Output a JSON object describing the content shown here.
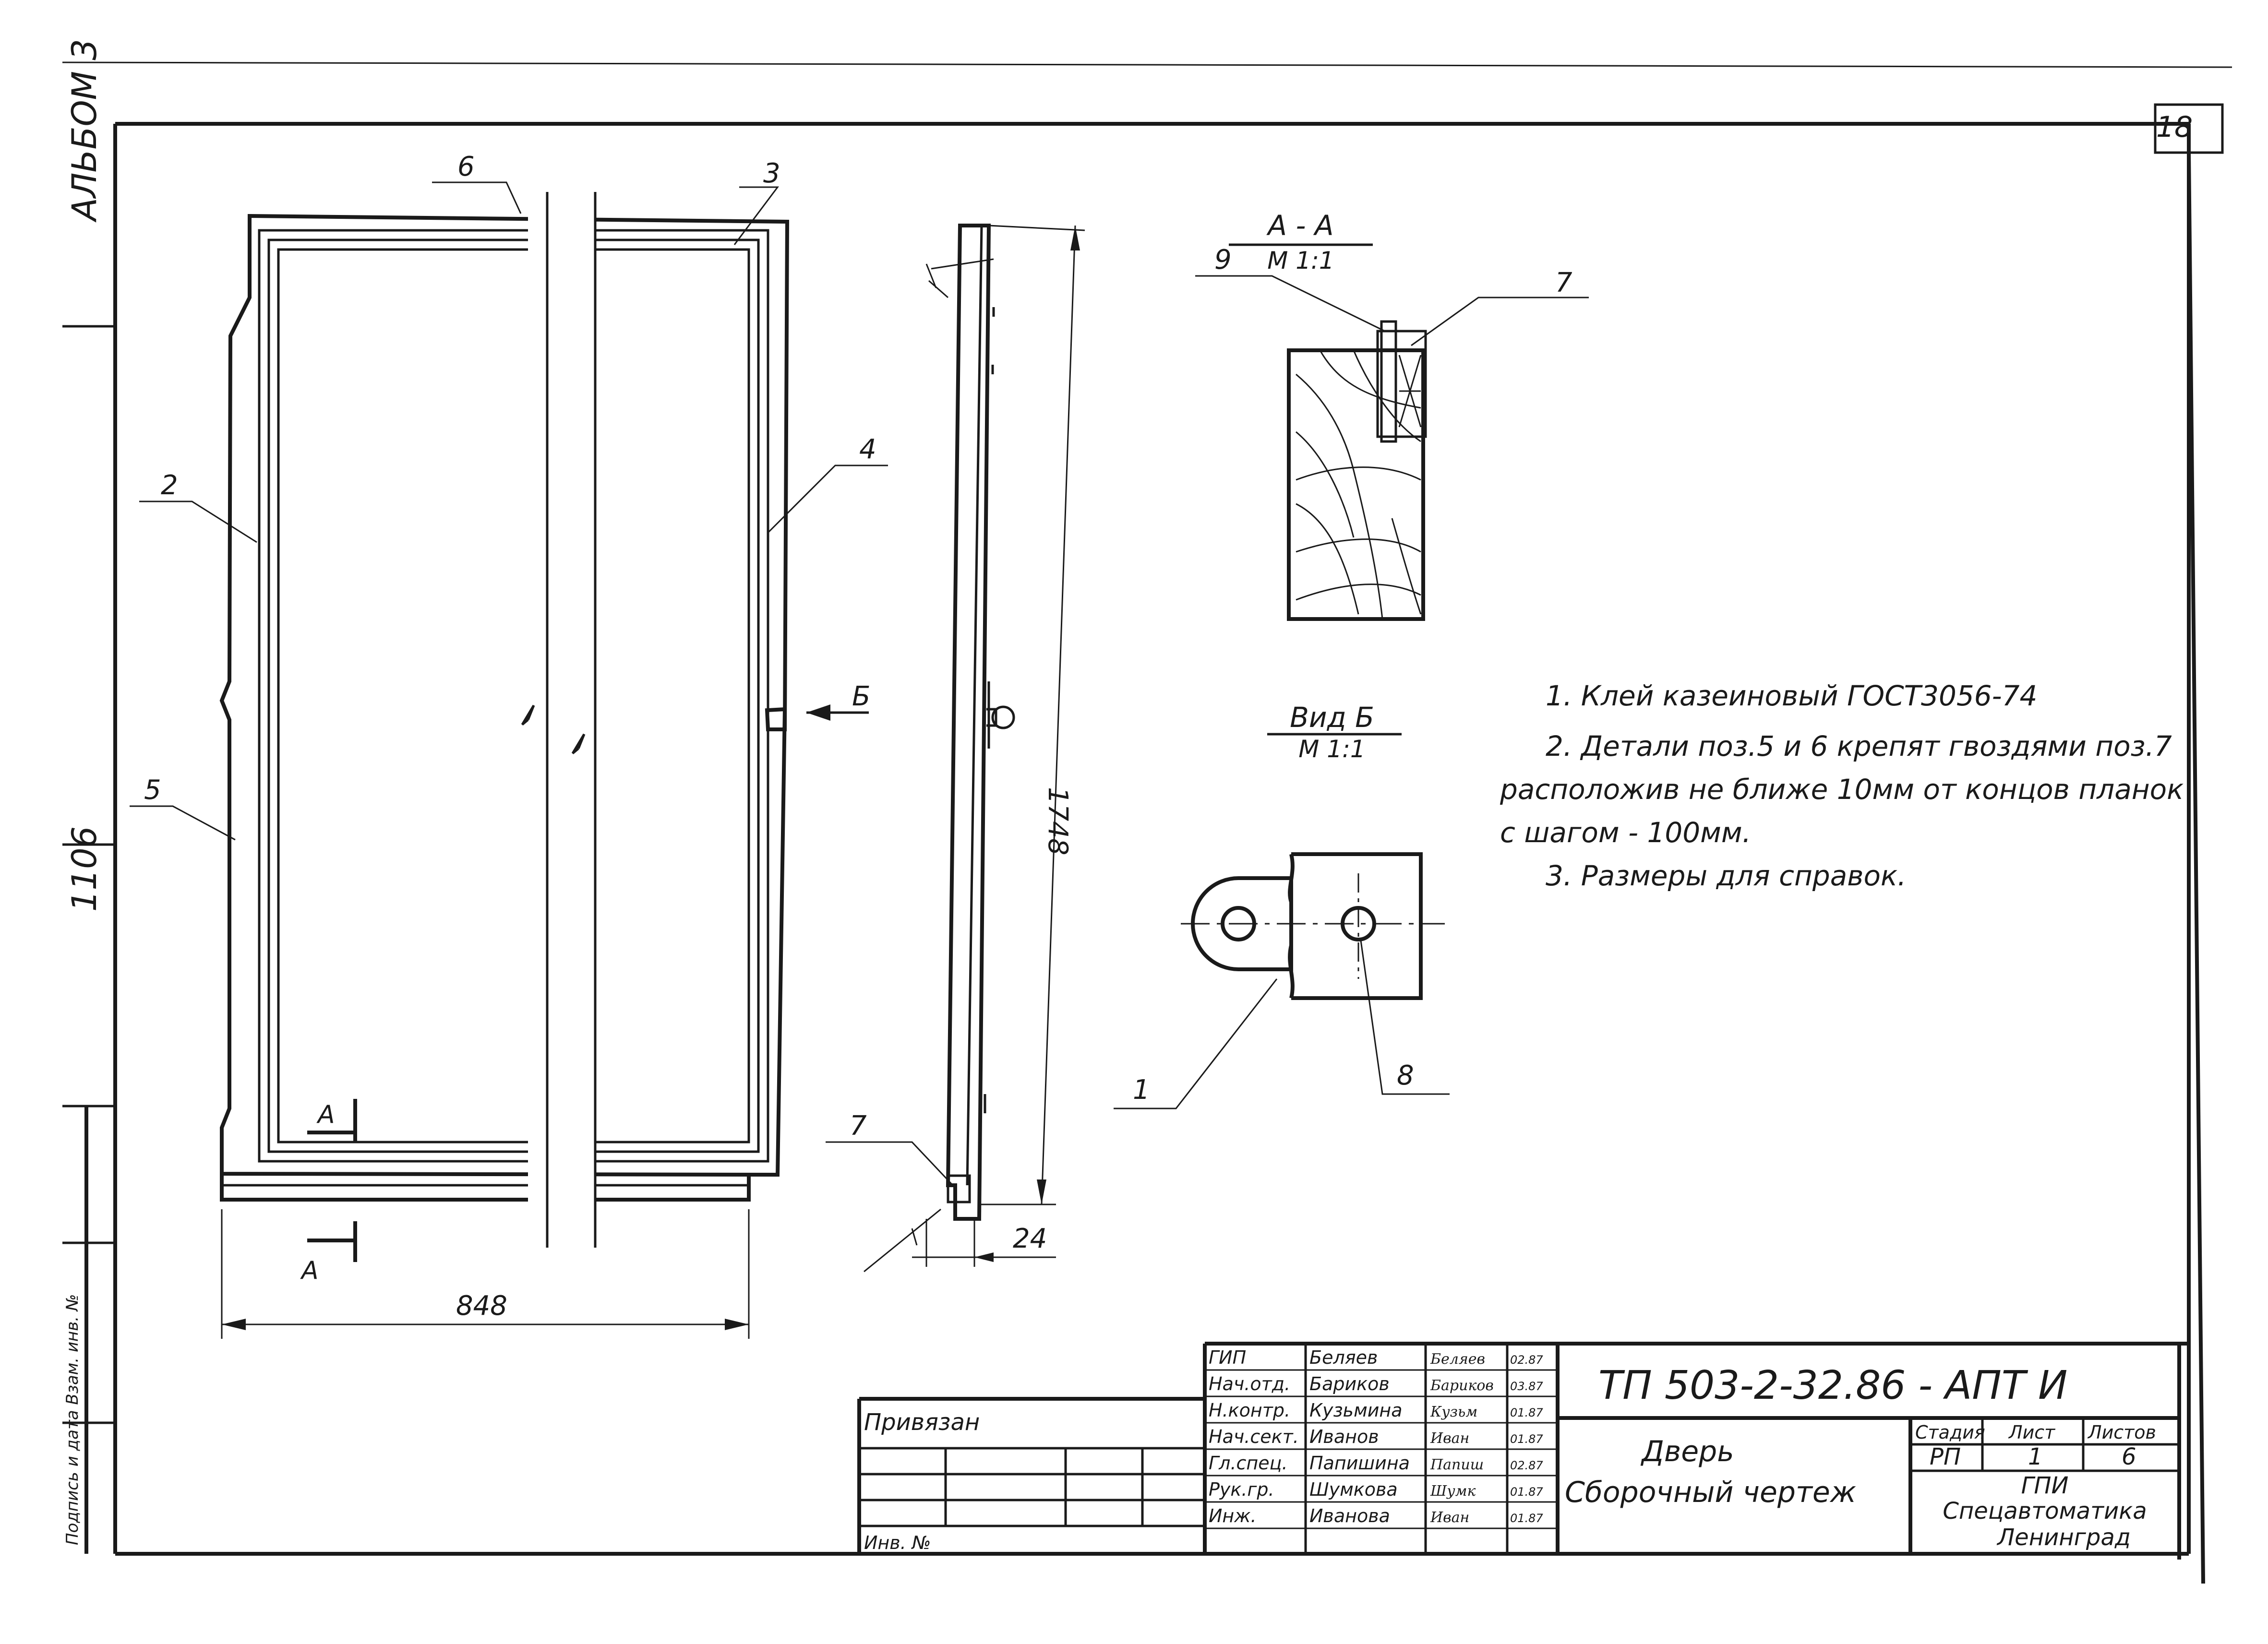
{
  "sheet_number": "18",
  "side_labels": {
    "album": "АЛЬБОМ 3",
    "code": "1106",
    "stamp_fields": "Подпись и дата   Взам. инв. №"
  },
  "drawing": {
    "position_labels": [
      "2",
      "3",
      "4",
      "5",
      "6"
    ],
    "view_arrow": "Б",
    "section_marks": [
      "А",
      "А"
    ],
    "width_dim": "848",
    "side_labels": [
      "7"
    ],
    "height_dim": "1748",
    "thickness_dim": "24"
  },
  "section_aa": {
    "title": "А - А",
    "scale": "М 1:1",
    "pos_left": "9",
    "pos_right": "7"
  },
  "view_b": {
    "title": "Вид Б",
    "scale": "М 1:1",
    "pos_left": "1",
    "pos_right": "8"
  },
  "notes": [
    "1. Клей  казеиновый ГОСТ3056-74",
    "2. Детали поз.5 и 6 крепят гвоздями поз.7",
    "расположив не ближе 10мм от концов планок",
    "с шагом - 100мм.",
    "3. Размеры для справок."
  ],
  "title_block": {
    "privyazan": "Привязан",
    "inv_no": "Инв. №",
    "roles": [
      {
        "role": "ГИП",
        "name": "Беляев",
        "sign": "Беляев",
        "date": "02.87"
      },
      {
        "role": "Нач.отд.",
        "name": "Бариков",
        "sign": "Бариков",
        "date": "03.87"
      },
      {
        "role": "Н.контр.",
        "name": "Кузьмина",
        "sign": "Кузьм",
        "date": "01.87"
      },
      {
        "role": "Нач.сект.",
        "name": "Иванов",
        "sign": "Иван",
        "date": "01.87"
      },
      {
        "role": "Гл.спец.",
        "name": "Папишина",
        "sign": "Папиш",
        "date": "02.87"
      },
      {
        "role": "Рук.гр.",
        "name": "Шумкова",
        "sign": "Шумк",
        "date": "01.87"
      },
      {
        "role": "Инж.",
        "name": "Иванова",
        "sign": "Иван",
        "date": "01.87"
      }
    ],
    "project_code": "ТП 503-2-32.86 - АПТ И",
    "object_name": "Дверь",
    "document_name": "Сборочный чертеж",
    "stage_header": "Стадия",
    "sheet_header": "Лист",
    "sheets_header": "Листов",
    "stage": "РП",
    "sheet": "1",
    "sheets": "6",
    "organization": [
      "ГПИ",
      "Спецавтоматика",
      "Ленинград"
    ]
  }
}
